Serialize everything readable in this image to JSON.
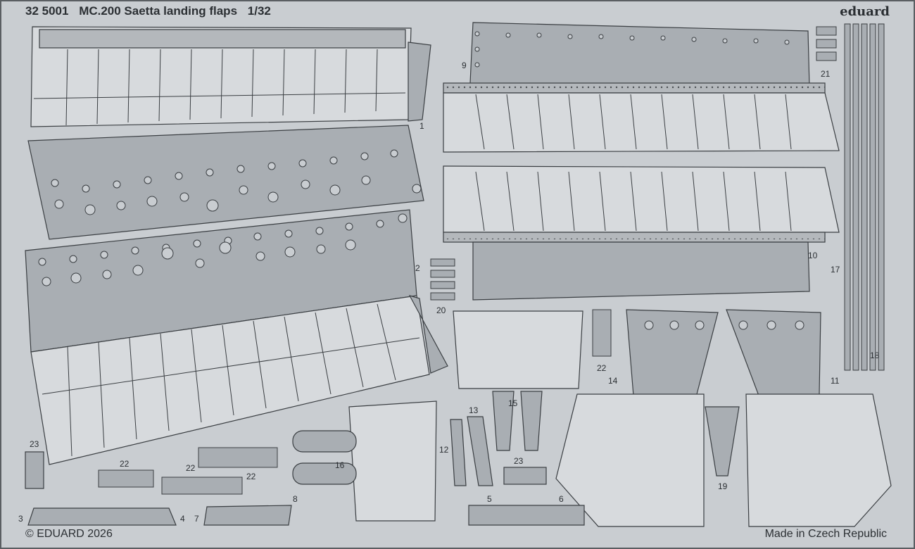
{
  "header": {
    "code": "32 5001",
    "title": "MC.200 Saetta landing flaps",
    "scale": "1/32"
  },
  "brand": "eduard",
  "footer": {
    "copyright": "© EDUARD 2026",
    "origin": "Made in Czech Republic"
  },
  "part_numbers": {
    "p1": "1",
    "p2": "2",
    "p3": "3",
    "p4": "4",
    "p5": "5",
    "p6": "6",
    "p7": "7",
    "p8": "8",
    "p9": "9",
    "p10": "10",
    "p11": "11",
    "p12": "12",
    "p13": "13",
    "p14": "14",
    "p15": "15",
    "p16": "16",
    "p17": "17",
    "p18": "18",
    "p19": "19",
    "p20": "20",
    "p21": "21",
    "p22a": "22",
    "p22b": "22",
    "p22c": "22",
    "p22d": "22",
    "p23a": "23",
    "p23b": "23"
  },
  "colors": {
    "sheet": "#c9cdd1",
    "part": "#a9aeb3",
    "panel": "#d7dadd",
    "line": "#3a3e42",
    "text": "#2b2f33"
  }
}
